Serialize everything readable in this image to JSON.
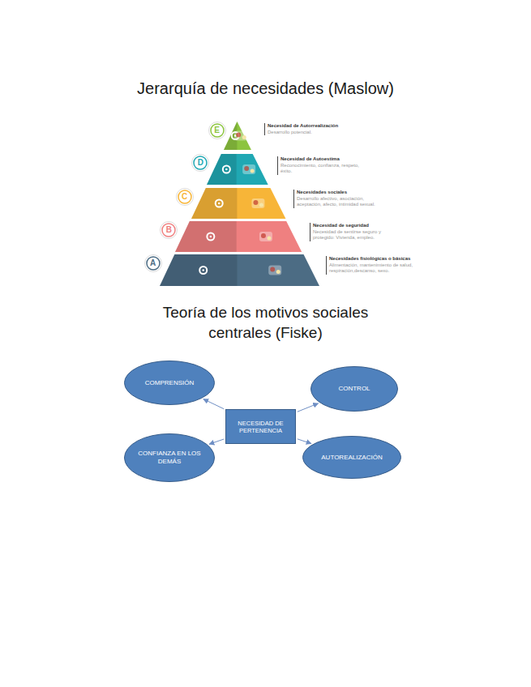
{
  "diagram": {
    "title": "Jerarquía de necesidades (Maslow)",
    "nodes": [
      {
        "text": [
          "E"
        ]
      },
      {
        "text": [
          "Necesidad de Autorrealización",
          "Desarrollo potencial."
        ]
      },
      {
        "text": [
          "D"
        ]
      },
      {
        "text": [
          "Necesidad de Autoestima",
          "Reconocimiento, confianza, respeto, éxito."
        ]
      },
      {
        "text": [
          "C"
        ]
      },
      {
        "text": [
          "Necesidades sociales",
          "Desarrollo afectivo, asociación, aceptación, afecto, intimidad sexual."
        ]
      },
      {
        "text": [
          "B"
        ]
      },
      {
        "text": [
          "Necesidad de seguridad",
          "Necesidad de sentirse seguro y protegido: Vivienda, empleo."
        ]
      },
      {
        "text": [
          "A"
        ]
      },
      {
        "text": [
          "Necesidades fisiológicas o básicas",
          "Alimentación, mantenimiento de salud, respiración,descanso, sexo."
        ]
      },
      {
        "text": [
          "COMPRENSIÓN"
        ]
      },
      {
        "text": [
          "CONTROL"
        ]
      },
      {
        "text": [
          "NECESIDAD DE PERTENENCIA"
        ]
      },
      {
        "text": [
          "CONFIANZA EN LOS DEMÁS"
        ]
      },
      {
        "text": [
          "AUTOREALIZACIÓN"
        ]
      }
    ],
    "edges": [
      {
        "from": 12,
        "to": 10,
        "arrow": "to"
      },
      {
        "from": 12,
        "to": 11,
        "arrow": "to"
      },
      {
        "from": 12,
        "to": 13,
        "arrow": "to"
      },
      {
        "from": 12,
        "to": 14,
        "arrow": "to"
      }
    ],
    "labels": [
      "Teoría de los motivos sociales centrales (Fiske)"
    ]
  }
}
